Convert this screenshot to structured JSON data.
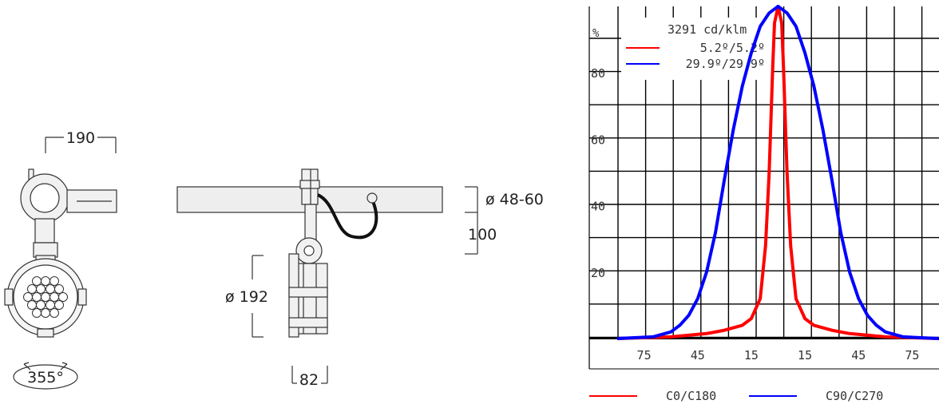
{
  "drawing": {
    "dims": {
      "width_front": "190",
      "tube_diameter": "ø 48-60",
      "height_offset": "100",
      "lamp_diameter": "ø 192",
      "depth": "82",
      "rotation": "355°"
    },
    "icons": [
      "rotation-arrows-icon"
    ]
  },
  "chart_data": {
    "type": "line",
    "title": "",
    "xlabel": "",
    "ylabel": "%",
    "x_tick_labels": [
      "75",
      "45",
      "15",
      "15",
      "45",
      "75"
    ],
    "y_tick_labels": [
      "20",
      "40",
      "60",
      "80"
    ],
    "ylim": [
      0,
      100
    ],
    "xlim": [
      -90,
      90
    ],
    "grid": true,
    "legend_box": {
      "intensity": "3291 cd/klm",
      "entries": [
        {
          "label": "5.2º/5.2º",
          "color": "#ff0000"
        },
        {
          "label": "29.9º/29.9º",
          "color": "#0000ff"
        }
      ]
    },
    "legend_bottom": [
      {
        "label": "C0/C180",
        "color": "#ff0000"
      },
      {
        "label": "C90/C270",
        "color": "#0000ff"
      }
    ],
    "series": [
      {
        "name": "C0/C180",
        "color": "#ff0000",
        "x": [
          -90,
          -60,
          -40,
          -30,
          -20,
          -15,
          -10,
          -7,
          -5,
          -3,
          -2,
          0,
          2,
          3,
          5,
          7,
          10,
          15,
          20,
          30,
          40,
          60,
          90
        ],
        "y": [
          0,
          0.5,
          1.5,
          2.5,
          4,
          6,
          12,
          28,
          50,
          82,
          95,
          100,
          95,
          82,
          50,
          28,
          12,
          6,
          4,
          2.5,
          1.5,
          0.5,
          0
        ]
      },
      {
        "name": "C90/C270",
        "color": "#0000ff",
        "x": [
          -90,
          -70,
          -60,
          -55,
          -50,
          -45,
          -40,
          -35,
          -30,
          -25,
          -20,
          -15,
          -10,
          -5,
          0,
          5,
          10,
          15,
          20,
          25,
          30,
          35,
          40,
          45,
          50,
          55,
          60,
          70,
          90
        ],
        "y": [
          0,
          0.5,
          2,
          4,
          7,
          12,
          20,
          32,
          48,
          63,
          76,
          86,
          94,
          98,
          100,
          98,
          94,
          86,
          76,
          63,
          48,
          32,
          20,
          12,
          7,
          4,
          2,
          0.5,
          0
        ]
      }
    ]
  }
}
